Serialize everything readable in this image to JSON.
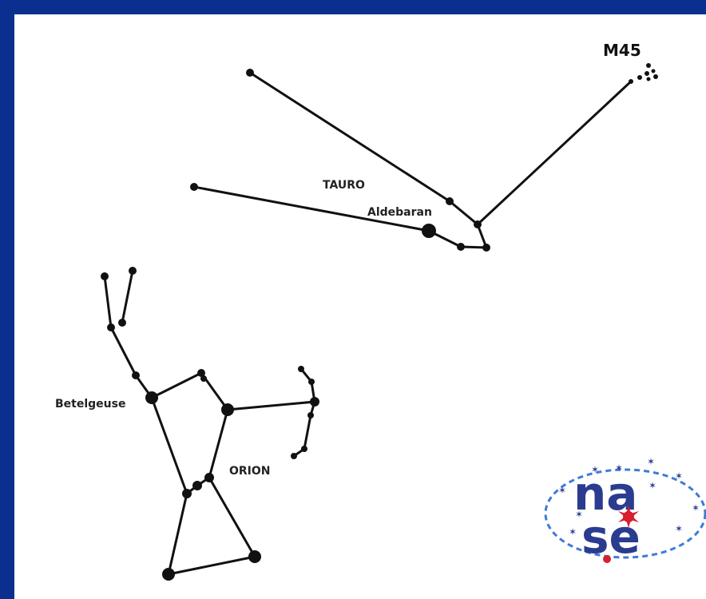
{
  "labels": {
    "m45": "M45",
    "tauro": "TAURO",
    "aldebaran": "Aldebaran",
    "betelgeuse": "Betelgeuse",
    "orion": "ORION"
  },
  "logo": {
    "text_top": "na",
    "text_bottom": "se",
    "colors": {
      "letters": "#2a3c8f",
      "orbit": "#3d7bd6",
      "star_red": "#d81f2f",
      "stars_blue": "#2a3c8f"
    }
  },
  "colors": {
    "border": "#0a2f8f",
    "background": "#ffffff",
    "ink": "#111111"
  }
}
